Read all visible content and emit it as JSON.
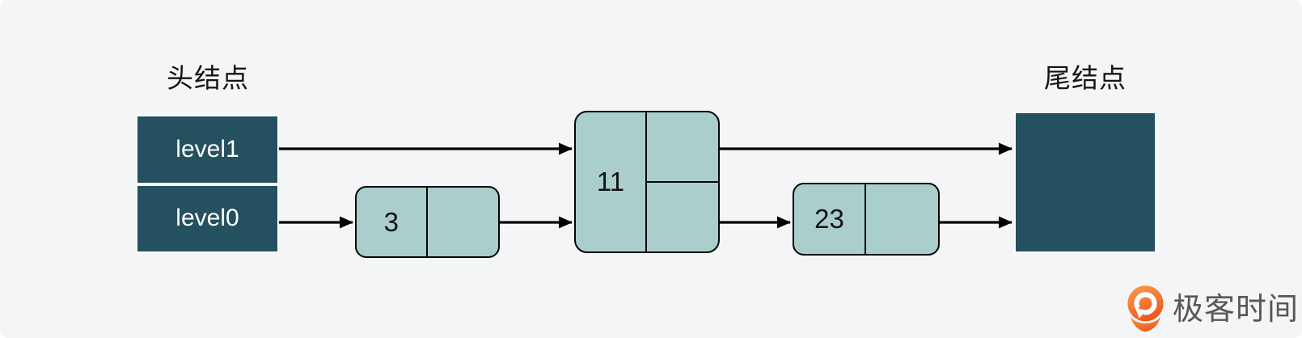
{
  "diagram": {
    "type": "skip-list",
    "head": {
      "label": "头结点",
      "levels": [
        "level1",
        "level0"
      ]
    },
    "nodes": [
      {
        "value": "3",
        "levels": 1
      },
      {
        "value": "11",
        "levels": 2
      },
      {
        "value": "23",
        "levels": 1
      }
    ],
    "tail": {
      "label": "尾结点"
    }
  },
  "branding": {
    "logo_text": "极客时间",
    "logo_icon": "geektime-pin-arrow-icon"
  },
  "colors": {
    "background": "#F4F5F6",
    "dark_node": "#24505F",
    "light_node": "#A9CECB",
    "node_border": "#050505",
    "arrow": "#000000",
    "label_text": "#151515",
    "level_text": "#FFFFFF",
    "logo_text": "#595757",
    "logo_orange_light": "#F9A04C",
    "logo_orange_dark": "#EC5A1E"
  }
}
